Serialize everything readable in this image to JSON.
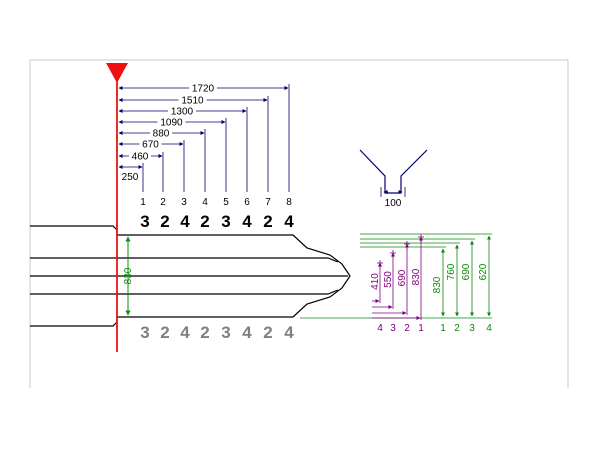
{
  "colors": {
    "background": "#ffffff",
    "frame": "#c8c8c8",
    "outline": "#000000",
    "datum": "#ee1111",
    "dim_navy": "#00006e",
    "dim_green": "#0a8a0a",
    "dim_purple": "#800080",
    "text_black": "#000000",
    "text_gray": "#808080"
  },
  "top_dimensions": [
    {
      "label": "1720",
      "index": "8"
    },
    {
      "label": "1510",
      "index": "7"
    },
    {
      "label": "1300",
      "index": "6"
    },
    {
      "label": "1090",
      "index": "5"
    },
    {
      "label": "880",
      "index": "4"
    },
    {
      "label": "670",
      "index": "3"
    },
    {
      "label": "460",
      "index": "2"
    },
    {
      "label": "250",
      "index": "1"
    }
  ],
  "top_codes": [
    "3",
    "2",
    "4",
    "2",
    "3",
    "4",
    "2",
    "4"
  ],
  "bottom_codes": [
    "3",
    "2",
    "4",
    "2",
    "3",
    "4",
    "2",
    "4"
  ],
  "body_height_label": "830",
  "groove_width_label": "100",
  "purple_dimensions": [
    {
      "label": "410",
      "index": "4"
    },
    {
      "label": "550",
      "index": "3"
    },
    {
      "label": "690",
      "index": "2"
    },
    {
      "label": "830",
      "index": "1"
    }
  ],
  "green_dimensions": [
    {
      "label": "620",
      "index": "4"
    },
    {
      "label": "690",
      "index": "3"
    },
    {
      "label": "760",
      "index": "2"
    },
    {
      "label": "830",
      "index": "1"
    }
  ]
}
